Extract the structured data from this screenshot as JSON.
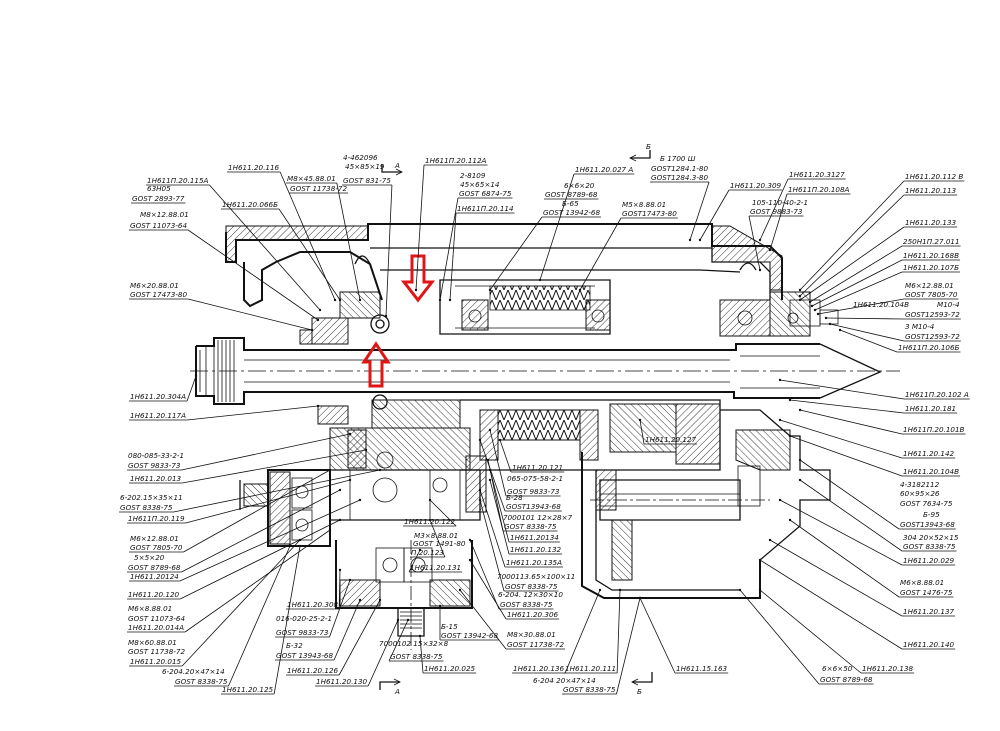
{
  "section_marks": {
    "top_a": "А",
    "top_b": "Б",
    "bottom_a": "А",
    "bottom_b": "Б"
  },
  "labels": [
    "1Н611.20.116",
    "1Н611П.20.115А",
    "63Н05",
    "GOST 2893-77",
    "1Н611.20.066Б",
    "М8×12.88.01",
    "GOST 11073-64",
    "М8×45.88.01",
    "GOST 11738-72",
    "4-462096",
    "45×85×19",
    "GOST 831-75",
    "1Н611П.20.112А",
    "2-8109",
    "45×65×14",
    "GOST 6874-75",
    "1Н611П.20.114",
    "6×6×20",
    "GOST 8789-68",
    "Б-65",
    "GOST 13942-68",
    "1Н611.20.027 А",
    "М5×8.88.01",
    "GOST17473-80",
    "Б 1700 Ш",
    "GOST1284.1-80",
    "GOST1284.3-80",
    "1Н611.20.309",
    "1Н611.20.3127",
    "1Н611П.20.108А",
    "105-110-40-2-1",
    "GOST 9883-73",
    "1Н611.20.112 В",
    "1Н611.20.113",
    "1Н611.20.133",
    "250Н1П.27.011",
    "1Н611.20.168В",
    "1Н611.20.107Б",
    "М6×12.88.01",
    "GOST 7805-70",
    "1Н611.20.104В",
    "М10-4",
    "GOST12593-72",
    "3 М10-4",
    "GOST12593-72",
    "1Н611П.20.106Б",
    "М6×20.88.01",
    "GOST 17473-80",
    "1Н611.20.304А",
    "1Н611.20.117А",
    "080-085-33-2-1",
    "GOST 9833-73",
    "1Н611.20.013",
    "6-202.15×35×11",
    "GOST 8338-75",
    "1Н611П.20.119",
    "М6×12.88.01",
    "GOST 7805-70",
    "5×5×20",
    "GOST 8789-68",
    "1Н611.20124",
    "1Н611.20.120",
    "М6×8.88.01",
    "GOST 11073-64",
    "1Н611.20.014А",
    "М8×60.88.01",
    "GOST 11738-72",
    "1Н611.20.015",
    "6-204.20×47×14",
    "GOST 8338-75",
    "1Н611.20.125",
    "1Н611.20.308",
    "016-020-25-2-1",
    "GOST 9833-73",
    "Б-32",
    "GOST 13943-68",
    "1Н611.20.126",
    "1Н611.20.130",
    "1Н611.20.122",
    "М3×8.88.01",
    "GOST 1491-80",
    "П.20.123",
    "1Н611.20.131",
    "7000102 15×32×8",
    "GOST 8338-75",
    "1Н611.20.025",
    "Б-15",
    "GOST 13942-68",
    "М8×30.88.01",
    "GOST 11738-72",
    "1Н611.20.121",
    "065-075-58-2-1",
    "GOST 9833-73",
    "Б-28",
    "GOST13943-68",
    "7000101 12×28×7",
    "GOST 8338-75",
    "1Н611.20134",
    "1Н611.20.132",
    "1Н611.20.135А",
    "7000113.65×100×11",
    "GOST 8338-75",
    "6-204. 12×30×10",
    "GOST 8338-75",
    "1Н611.20.306",
    "1Н611.20.136",
    "1Н611.20.111",
    "6-204 20×47×14",
    "GOST 8338-75",
    "1Н611.15.163",
    "1Н611.20.127",
    "1Н611П.20.102 А",
    "1Н611.20.181",
    "1Н611П.20.101В",
    "1Н611.20.142",
    "1Н611.20.104В",
    "4-3182112",
    "60×95×26",
    "GOST 7634-75",
    "Б-95",
    "GOST13943-68",
    "304 20×52×15",
    "GOST 8338-75",
    "1Н611.20.029",
    "М6×8.88.01",
    "GOST 1476-75",
    "1Н611.20.137",
    "1Н611.20.140",
    "6×6×50",
    "GOST 8789-68",
    "1Н611.20.138"
  ]
}
